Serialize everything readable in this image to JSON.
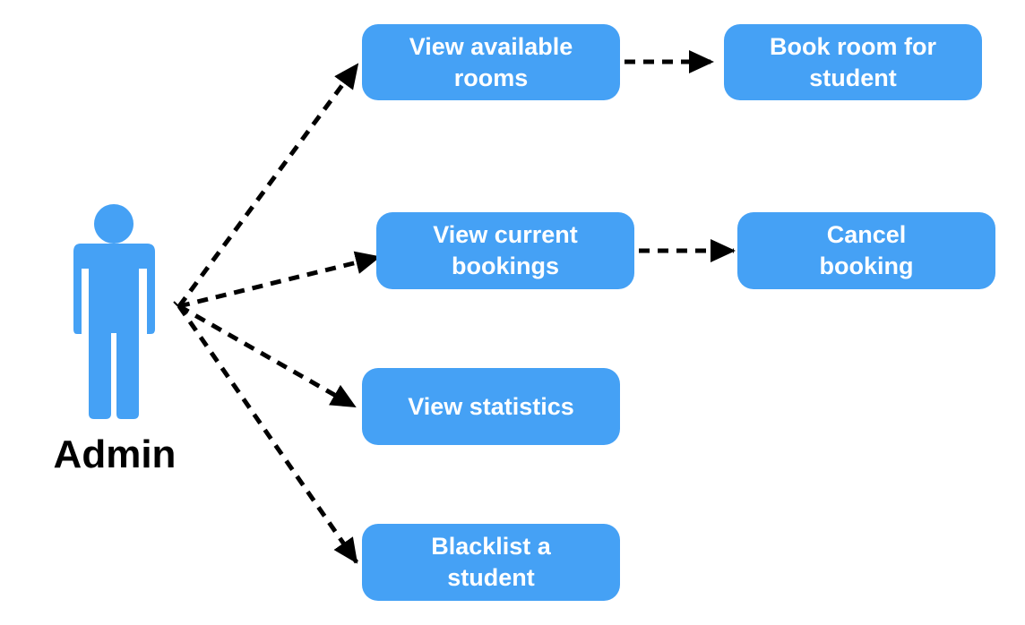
{
  "actor": {
    "label": "Admin",
    "icon": "person-icon",
    "color": "#45a1f5"
  },
  "nodes": {
    "view_rooms": "View available rooms",
    "book_room": "Book room for student",
    "view_bookings": "View current bookings",
    "cancel_booking": "Cancel booking",
    "view_statistics": "View statistics",
    "blacklist": "Blacklist a student"
  },
  "node_lines": {
    "view_rooms": [
      "View available",
      "rooms"
    ],
    "book_room": [
      "Book room for",
      "student"
    ],
    "view_bookings": [
      "View current",
      "bookings"
    ],
    "cancel_booking": [
      "Cancel",
      "booking"
    ],
    "view_statistics": [
      "View statistics"
    ],
    "blacklist": [
      "Blacklist a",
      "student"
    ]
  },
  "edges": [
    {
      "from": "actor",
      "to": "view_rooms",
      "style": "dashed-arrow"
    },
    {
      "from": "actor",
      "to": "view_bookings",
      "style": "dashed-arrow"
    },
    {
      "from": "actor",
      "to": "view_statistics",
      "style": "dashed-arrow"
    },
    {
      "from": "actor",
      "to": "blacklist",
      "style": "dashed-arrow"
    },
    {
      "from": "view_rooms",
      "to": "book_room",
      "style": "dashed-arrow"
    },
    {
      "from": "view_bookings",
      "to": "cancel_booking",
      "style": "dashed-arrow"
    }
  ],
  "colors": {
    "node_fill": "#45a1f5",
    "node_text": "#ffffff",
    "edge": "#000000"
  }
}
